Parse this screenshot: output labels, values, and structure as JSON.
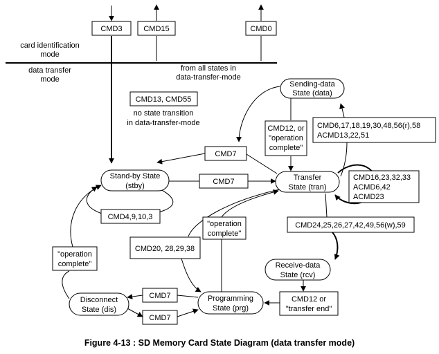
{
  "top_commands": {
    "cmd3": "CMD3",
    "cmd15": "CMD15",
    "cmd0": "CMD0"
  },
  "modes": {
    "card_identification": [
      "card identification",
      "mode"
    ],
    "data_transfer": [
      "data transfer",
      "mode"
    ],
    "from_all_states": [
      "from all states in",
      "data-transfer-mode"
    ]
  },
  "note": {
    "commands": "CMD13, CMD55",
    "text": [
      "no state transition",
      "in data-transfer-mode"
    ]
  },
  "states": {
    "sending_data": [
      "Sending-data",
      "State (data)"
    ],
    "transfer": [
      "Transfer",
      "State (tran)"
    ],
    "standby": [
      "Stand-by State",
      "(stby)"
    ],
    "receive_data": [
      "Receive-data",
      "State (rcv)"
    ],
    "programming": [
      "Programming",
      "State (prg)"
    ],
    "disconnect": [
      "Disconnect",
      "State (dis)"
    ]
  },
  "transitions": {
    "sending_to_tran": [
      "CMD12, or",
      "\"operation",
      "complete\""
    ],
    "tran_to_sending": [
      "CMD6,17,18,19,30,48,56(r),58",
      "ACMD13,22,51"
    ],
    "tran_self": [
      "CMD16,23,32,33",
      "ACMD6,42",
      "ACMD23"
    ],
    "tran_to_stby": "CMD7",
    "stby_to_tran": "CMD7",
    "stby_self": "CMD4,9,10,3",
    "prg_to_tran": [
      "\"operation",
      "complete\""
    ],
    "tran_to_rcv": "CMD24,25,26,27,42,49,56(w),59",
    "tran_to_prg": "CMD20, 28,29,38",
    "dis_to_stby": [
      "\"operation",
      "complete\""
    ],
    "rcv_to_prg": [
      "CMD12 or",
      "\"transfer end\""
    ],
    "prg_to_dis": "CMD7",
    "dis_to_prg": "CMD7"
  },
  "caption": "Figure 4-13 : SD Memory Card State Diagram (data transfer mode)"
}
